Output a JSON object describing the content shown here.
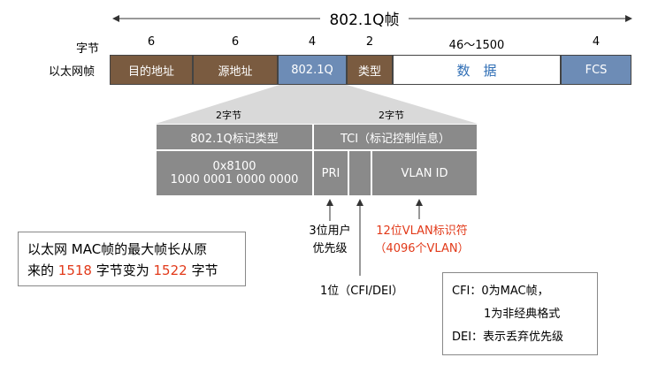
{
  "title": "802.1Q帧",
  "bytes_label": "字节",
  "frame_label": "以太网帧",
  "fields": [
    {
      "label": "目的地址",
      "bytes": "6"
    },
    {
      "label": "源地址",
      "bytes": "6"
    },
    {
      "label": "802.1Q",
      "bytes": "4"
    },
    {
      "label": "类型",
      "bytes": "2"
    },
    {
      "label": "数　据",
      "bytes": "46～1500"
    },
    {
      "label": "FCS",
      "bytes": "4"
    }
  ],
  "tag": {
    "left_bytes": "2字节",
    "right_bytes": "2字节",
    "tpid_header": "802.1Q标记类型",
    "tci_header": "TCI（标记控制信息）",
    "tpid_value_hex": "0x8100",
    "tpid_value_bin": "1000 0001 0000 0000",
    "pri": "PRI",
    "vlan_id": "VLAN ID"
  },
  "annotations": {
    "pri_line1": "3位用户",
    "pri_line2": "优先级",
    "cfi": "1位（CFI/DEI）",
    "vlan_line1": "12位VLAN标识符",
    "vlan_line2": "（4096个VLAN）"
  },
  "note": {
    "part1": "以太网 MAC帧的最大帧长从原",
    "part2": "来的 ",
    "val1": "1518",
    "part3": " 字节变为 ",
    "val2": "1522",
    "part4": " 字节"
  },
  "legend": {
    "cfi_line1": "CFI：0为MAC帧，",
    "cfi_line2": "1为非经典格式",
    "dei_line": "DEI：表示丢弃优先级"
  },
  "colors": {
    "brown": "#7a5b40",
    "blue": "#6d8cb6",
    "grey": "#8a8a8a",
    "red": "#e23a1a"
  }
}
